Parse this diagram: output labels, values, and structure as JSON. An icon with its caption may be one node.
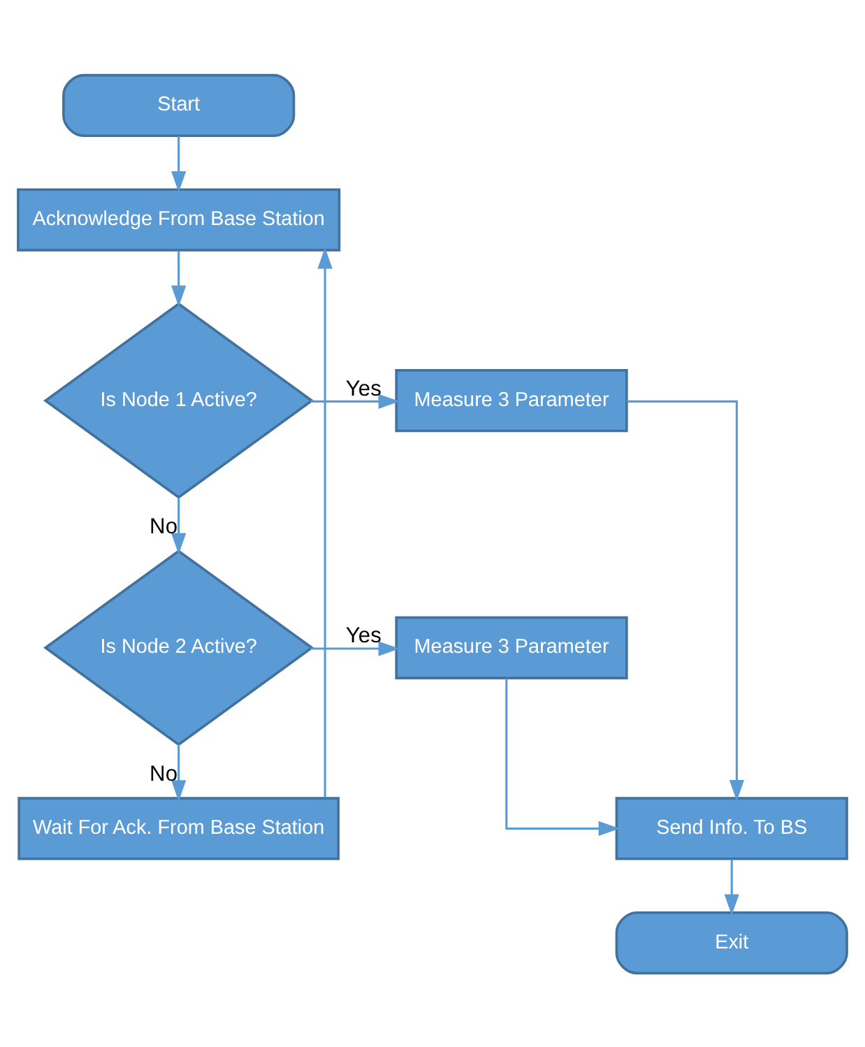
{
  "diagram": {
    "nodes": [
      {
        "text": [
          "Start"
        ]
      },
      {
        "text": [
          "Acknowledge From Base Station"
        ]
      },
      {
        "text": [
          "Is Node 1 Active?"
        ]
      },
      {
        "text": [
          "Measure 3 Parameter"
        ]
      },
      {
        "text": [
          "Is Node 2 Active?"
        ]
      },
      {
        "text": [
          "Measure 3 Parameter"
        ]
      },
      {
        "text": [
          "Wait For Ack. From Base Station"
        ]
      },
      {
        "text": [
          "Send Info. To BS"
        ]
      },
      {
        "text": [
          "Exit"
        ]
      }
    ],
    "edges": [
      {
        "from": 0,
        "to": 1,
        "arrow": "to"
      },
      {
        "from": 1,
        "to": 2,
        "arrow": "to"
      },
      {
        "from": 2,
        "to": 3,
        "arrow": "to",
        "label": "Yes"
      },
      {
        "from": 2,
        "to": 4,
        "arrow": "to",
        "label": "No"
      },
      {
        "from": 4,
        "to": 5,
        "arrow": "to",
        "label": "Yes"
      },
      {
        "from": 4,
        "to": 6,
        "arrow": "to",
        "label": "No"
      },
      {
        "from": 6,
        "to": 1,
        "arrow": "to"
      },
      {
        "from": 3,
        "to": 7,
        "arrow": "to"
      },
      {
        "from": 5,
        "to": 7,
        "arrow": "to"
      },
      {
        "from": 7,
        "to": 8,
        "arrow": "to"
      }
    ]
  }
}
